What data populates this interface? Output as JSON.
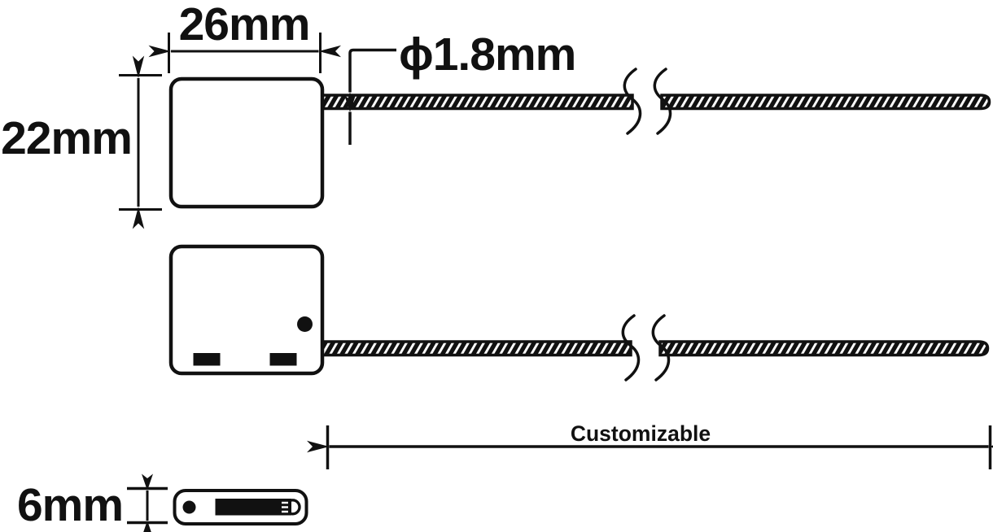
{
  "diagram": {
    "name": "Cable seal dimensional drawing",
    "labels": {
      "body_width": "26mm",
      "body_height": "22mm",
      "cable_diameter": "ϕ1.8mm",
      "cable_length": "Customizable",
      "seal_thickness": "6mm"
    },
    "colors": {
      "ink": "#111111",
      "background": "#ffffff"
    }
  }
}
